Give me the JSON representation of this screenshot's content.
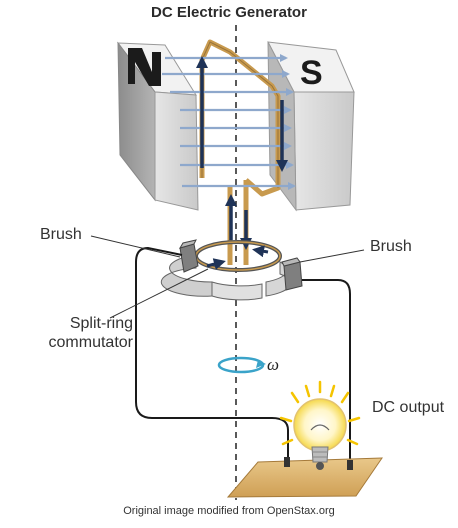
{
  "title": "DC Electric Generator",
  "labels": {
    "brush_left": "Brush",
    "brush_right": "Brush",
    "split_ring": "Split-ring commutator",
    "dc_output": "DC output",
    "omega": "ω",
    "north_pole": "N",
    "south_pole": "S"
  },
  "credit": "Original image modified from OpenStax.org",
  "colors": {
    "field_arrow": "#8ea8cc",
    "current_arrow": "#1f3357",
    "coil": "#c89a4e",
    "rotation_arrow": "#3aa3c9",
    "glow": "#f5c400"
  }
}
